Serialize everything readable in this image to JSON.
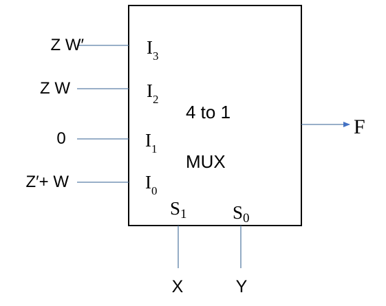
{
  "inputs": [
    {
      "signal": "Z W′",
      "pin_letter": "I",
      "pin_index": "3"
    },
    {
      "signal": "Z W",
      "pin_letter": "I",
      "pin_index": "2"
    },
    {
      "signal": "0",
      "pin_letter": "I",
      "pin_index": "1"
    },
    {
      "signal": "Z′+ W",
      "pin_letter": "I",
      "pin_index": "0"
    }
  ],
  "mux": {
    "line1": "4 to 1",
    "line2": "MUX"
  },
  "selects": [
    {
      "pin_letter": "S",
      "pin_index": "1",
      "signal": "X"
    },
    {
      "pin_letter": "S",
      "pin_index": "0",
      "signal": "Y"
    }
  ],
  "output": {
    "signal": "F"
  },
  "colors": {
    "wire": "#5b7fa6",
    "box_outline": "#000000"
  }
}
